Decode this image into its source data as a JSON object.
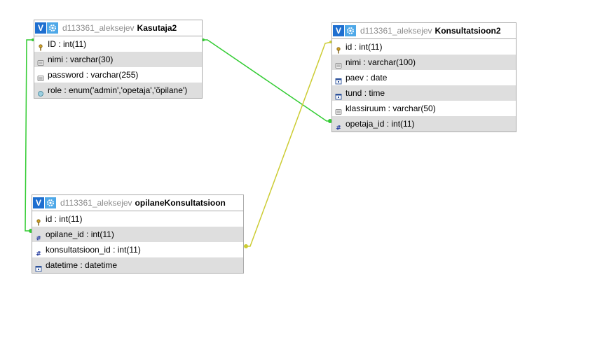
{
  "colors": {
    "header_border": "#aaaaaa",
    "alt_row": "#dedede",
    "db_name": "#8c8c8c",
    "v_button": "#1e6fd0",
    "gear_button": "#4ea8e8",
    "relation_green": "#33cc33",
    "relation_yellow": "#cccc33"
  },
  "tables": [
    {
      "db": "d113361_aleksejev",
      "name": "Kasutaja2",
      "fields": [
        {
          "icon": "key-icon",
          "text": "ID : int(11)"
        },
        {
          "icon": "text-field-icon",
          "text": "nimi : varchar(30)"
        },
        {
          "icon": "text-field-icon",
          "text": "password : varchar(255)"
        },
        {
          "icon": "enum-field-icon",
          "text": "role : enum('admin','opetaja','õpilane')"
        }
      ]
    },
    {
      "db": "d113361_aleksejev",
      "name": "Konsultatsioon2",
      "fields": [
        {
          "icon": "key-icon",
          "text": "id : int(11)"
        },
        {
          "icon": "text-field-icon",
          "text": "nimi : varchar(100)"
        },
        {
          "icon": "date-field-icon",
          "text": "paev : date"
        },
        {
          "icon": "date-field-icon",
          "text": "tund : time"
        },
        {
          "icon": "text-field-icon",
          "text": "klassiruum : varchar(50)"
        },
        {
          "icon": "number-field-icon",
          "text": "opetaja_id : int(11)"
        }
      ]
    },
    {
      "db": "d113361_aleksejev",
      "name": "opilaneKonsultatsioon",
      "fields": [
        {
          "icon": "key-icon",
          "text": "id : int(11)"
        },
        {
          "icon": "number-field-icon",
          "text": "opilane_id : int(11)"
        },
        {
          "icon": "number-field-icon",
          "text": "konsultatsioon_id : int(11)"
        },
        {
          "icon": "date-field-icon",
          "text": "datetime : datetime"
        }
      ]
    }
  ],
  "header_buttons": {
    "v_label": "V",
    "gear_icon": "gear-icon"
  }
}
